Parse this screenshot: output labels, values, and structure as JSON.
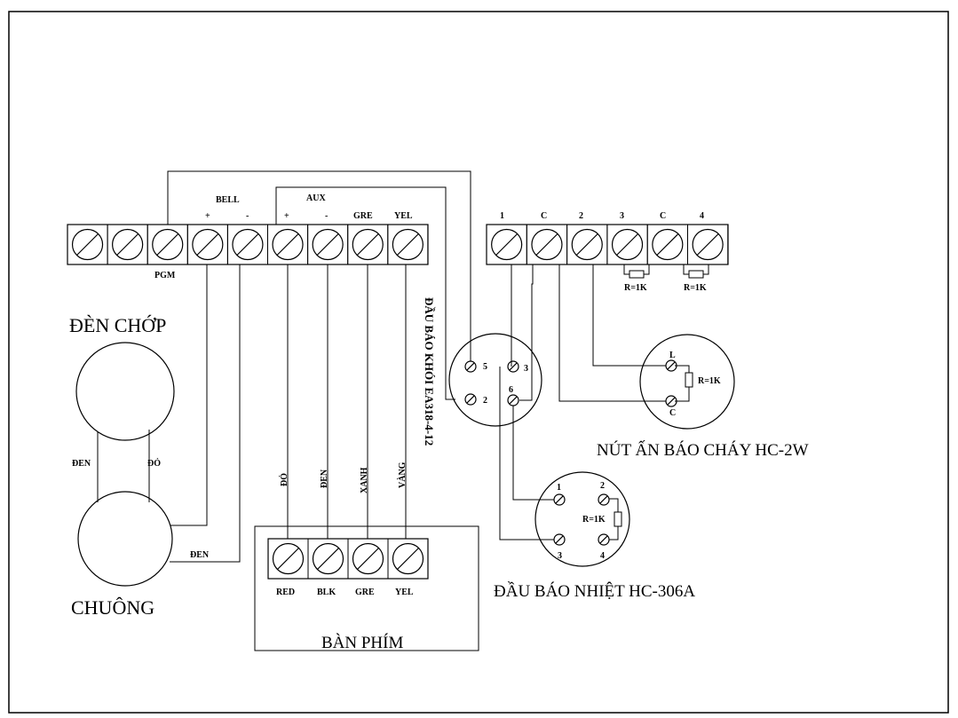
{
  "labels": {
    "bell": "BELL",
    "aux": "AUX",
    "plus": "+",
    "minus": "-",
    "gre": "GRE",
    "yel": "YEL",
    "pgm": "PGM",
    "t1": "1",
    "tc": "C",
    "t2": "2",
    "t3": "3",
    "t4": "4",
    "r1k": "R=1K",
    "den_chop": "ĐÈN CHỚP",
    "chuong": "CHUÔNG",
    "den": "ĐEN",
    "do": "ĐỎ",
    "xanh": "XANH",
    "vang": "VÀNG",
    "smoke_title": "ĐẦU BÁO KHÓI EA318-4-12",
    "s5": "5",
    "s3": "3",
    "s6": "6",
    "s2": "2",
    "L": "L",
    "C": "C",
    "btn_title": "NÚT ẤN BÁO CHÁY HC-2W",
    "h1": "1",
    "h2": "2",
    "h3": "3",
    "h4": "4",
    "heat_title": "ĐẦU BÁO NHIỆT HC-306A",
    "red": "RED",
    "blk": "BLK",
    "kp_gre": "GRE",
    "kp_yel": "YEL",
    "keypad_title": "BÀN PHÍM"
  }
}
